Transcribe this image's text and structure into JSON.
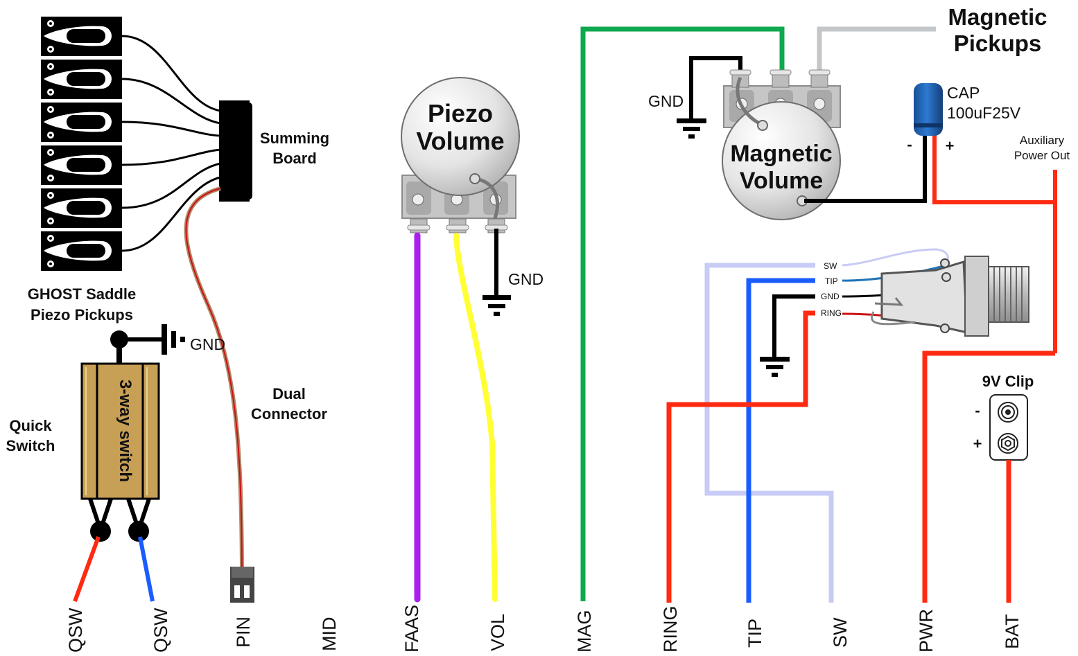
{
  "labels": {
    "ghost_line1": "GHOST Saddle",
    "ghost_line2": "Piezo Pickups",
    "summing_line1": "Summing",
    "summing_line2": "Board",
    "dual_line1": "Dual",
    "dual_line2": "Connector",
    "quick_line1": "Quick",
    "quick_line2": "Switch",
    "switch_text": "3-way switch",
    "gnd": "GND",
    "piezo_line1": "Piezo",
    "piezo_line2": "Volume",
    "mag_title_line1": "Magnetic",
    "mag_title_line2": "Pickups",
    "mag_vol_line1": "Magnetic",
    "mag_vol_line2": "Volume",
    "cap_line1": "CAP",
    "cap_line2": "100uF25V",
    "cap_minus": "-",
    "cap_plus": "+",
    "aux_line1": "Auxiliary",
    "aux_line2": "Power Out",
    "jack_sw": "SW",
    "jack_tip": "TIP",
    "jack_gnd": "GND",
    "jack_ring": "RING",
    "clip_title": "9V Clip",
    "clip_minus": "-",
    "clip_plus": "+"
  },
  "terminals": [
    "QSW",
    "QSW",
    "PIN",
    "MID",
    "FAAS",
    "VOL",
    "MAG",
    "RING",
    "TIP",
    "SW",
    "PWR",
    "BAT"
  ],
  "colors": {
    "red": "#ff2a12",
    "blue": "#1a5cff",
    "purple": "#aa1ff0",
    "yellow": "#ffff33",
    "green": "#0ea84f",
    "lavender": "#c8cbf5",
    "black": "#000000",
    "gray": "#c3c7c9",
    "switch_body": "#c8a055",
    "cap_blue": "#1f63b8"
  }
}
